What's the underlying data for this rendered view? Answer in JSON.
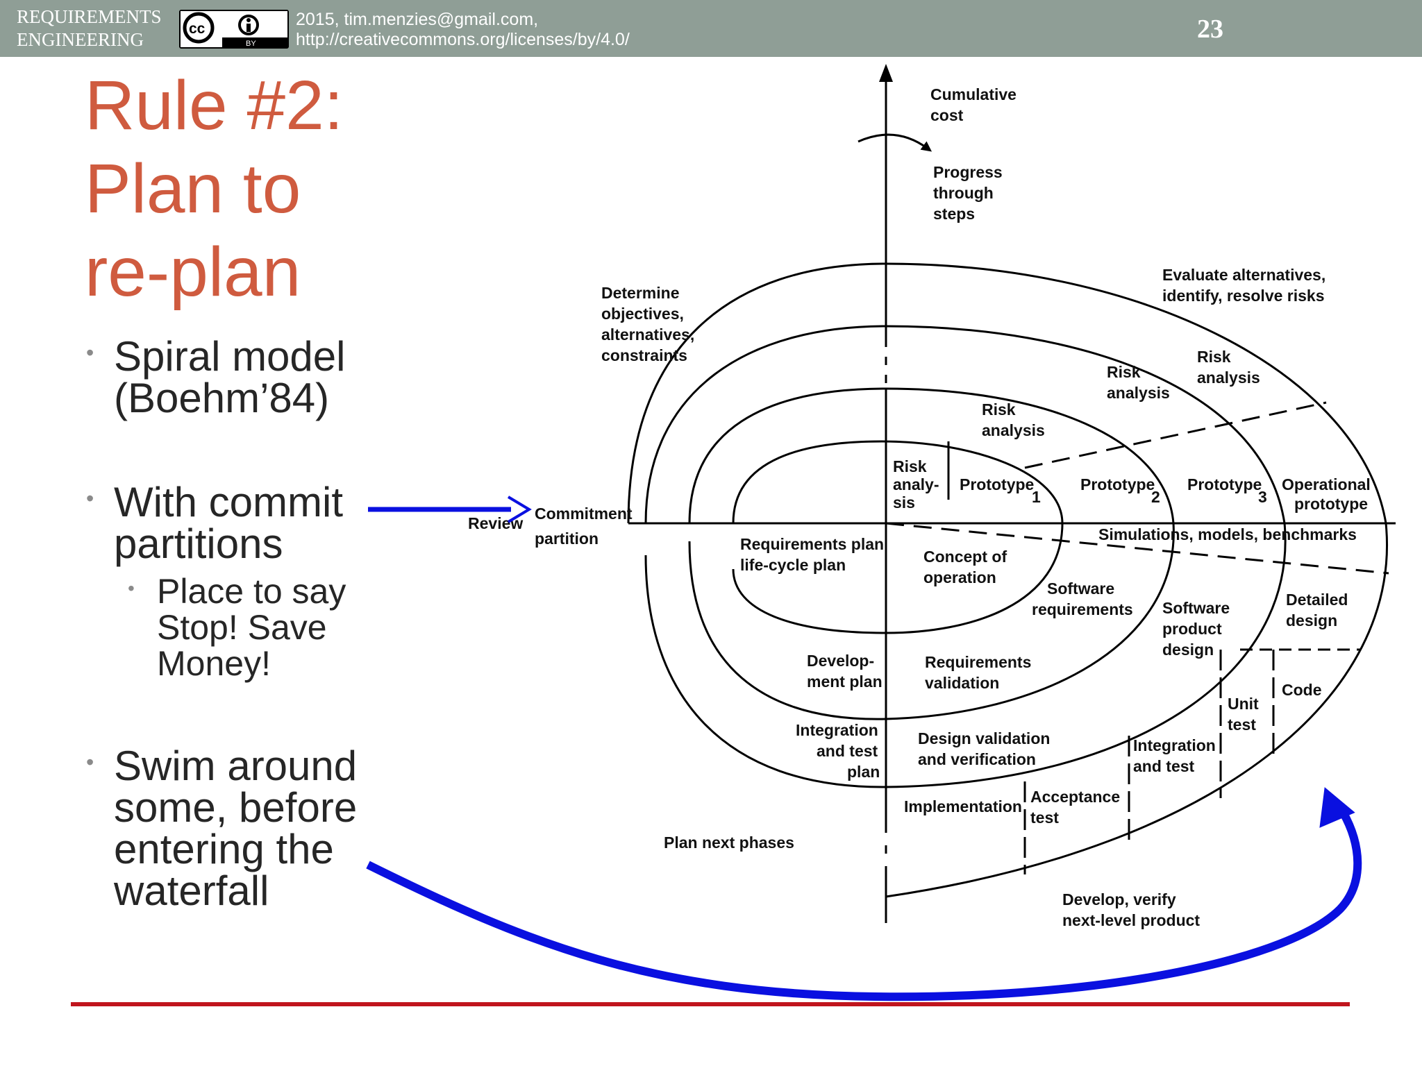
{
  "header": {
    "course_line1": "REQUIREMENTS",
    "course_line2": "ENGINEERING",
    "cc_label": "BY",
    "license_line1": "2015, tim.menzies@gmail.com,",
    "license_line2": "http://creativecommons.org/licenses/by/4.0/",
    "page_number": "23",
    "background": "#8f9e96"
  },
  "title_lines": [
    "Rule #2:",
    "Plan to",
    "re-plan"
  ],
  "bullets": {
    "b1_l1": "Spiral model",
    "b1_l2": "(Boehm’84)",
    "b2_l1": "With commit",
    "b2_l2": "partitions",
    "sub1_l1": "Place to say",
    "sub1_l2": "Stop! Save",
    "sub1_l3": "Money!",
    "b3_l1": "Swim around",
    "b3_l2": "some, before",
    "b3_l3": "entering the",
    "b3_l4": "waterfall"
  },
  "diagram": {
    "cumulative_cost": [
      "Cumulative",
      "cost"
    ],
    "progress": [
      "Progress",
      "through",
      "steps"
    ],
    "determine": [
      "Determine",
      "objectives,",
      "alternatives,",
      "constraints"
    ],
    "evaluate": [
      "Evaluate alternatives,",
      "identify, resolve risks"
    ],
    "risk_analysis": [
      "Risk",
      "analysis"
    ],
    "risk_analysis_inner": [
      "Risk",
      "analy-",
      "sis"
    ],
    "prototype": "Prototype",
    "prototype_subs": [
      "1",
      "2",
      "3"
    ],
    "operational_prototype": [
      "Operational",
      "prototype"
    ],
    "simulations": "Simulations, models, benchmarks",
    "review": "Review",
    "commitment": [
      "Commitment",
      "partition"
    ],
    "requirements_plan": [
      "Requirements plan",
      "life-cycle plan"
    ],
    "concept": [
      "Concept of",
      "operation"
    ],
    "software_requirements": [
      "Software",
      "requirements"
    ],
    "software_product_design": [
      "Software",
      "product",
      "design"
    ],
    "detailed_design": [
      "Detailed",
      "design"
    ],
    "development_plan": [
      "Develop-",
      "ment plan"
    ],
    "requirements_validation": [
      "Requirements",
      "validation"
    ],
    "code": "Code",
    "unit_test": [
      "Unit",
      "test"
    ],
    "integration_test_plan": [
      "Integration",
      "and test",
      "plan"
    ],
    "design_validation": [
      "Design validation",
      "and verification"
    ],
    "integration_test": [
      "Integration",
      "and test"
    ],
    "implementation": "Implementation",
    "acceptance_test": [
      "Acceptance",
      "test"
    ],
    "plan_next": "Plan next phases",
    "develop_verify": [
      "Develop, verify",
      "next-level product"
    ]
  },
  "colors": {
    "title": "#cf5b3f",
    "annotation_arrows": "#0a10e0",
    "bottom_rule": "#c0151d"
  }
}
